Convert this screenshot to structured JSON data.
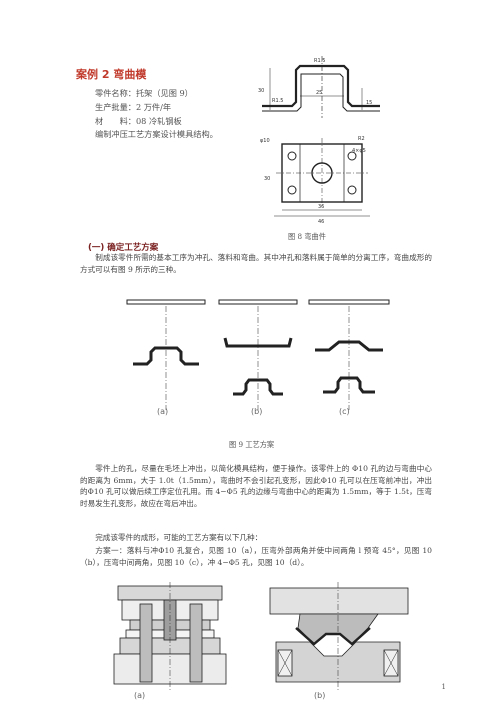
{
  "doc": {
    "title": "案例 2 弯曲模",
    "info": [
      "零件名称：托架（见图 9）",
      "生产批量：2 万件/年",
      "材　　料：08 冷轧钢板",
      "编制冲压工艺方案设计模具结构。"
    ],
    "fig8_caption": "图 8  弯曲件",
    "section_heading": "(一)  确定工艺方案",
    "para1": "制成该零件所需的基本工序为冲孔、落料和弯曲。其中冲孔和落料属于简单的分离工序，弯曲成形的方式可以有图 9 所示的三种。",
    "fig9_caption": "图 9 工艺方案",
    "fig9_labels": [
      "(a)",
      "(b)",
      "(c)"
    ],
    "para2": "零件上的孔，尽量在毛坯上冲出，以简化模具结构，便于操作。该零件上的 Φ10 孔的边与弯曲中心的距离为 6mm，大于 1.0t（1.5mm），弯曲时不会引起孔变形，因此Φ10 孔可以在压弯前冲出，冲出的Φ10 孔可以做后续工序定位孔用。而 4−Φ5 孔的边缘与弯曲中心的距离为 1.5mm，等于 1.5t，压弯时易发生孔变形，故应在弯后冲出。",
    "para3": "完成该零件的成形，可能的工艺方案有以下几种：",
    "para4": "方案一：落料与冲Φ10 孔复合，见图 10（a），压弯外部两角并使中间两角 l 预弯 45°，见图 10（b），压弯中间两角，见图 10（c），冲 4−Φ5 孔，见图 10（d）。",
    "fig10_labels": [
      "(a)",
      "(b)"
    ],
    "page_number": "1",
    "dims_fig8": {
      "top": [
        "R1.5",
        "30",
        "R1.5",
        "25",
        "15",
        "φ10",
        "R2",
        "4×φ5",
        "30",
        "36",
        "46"
      ]
    }
  }
}
